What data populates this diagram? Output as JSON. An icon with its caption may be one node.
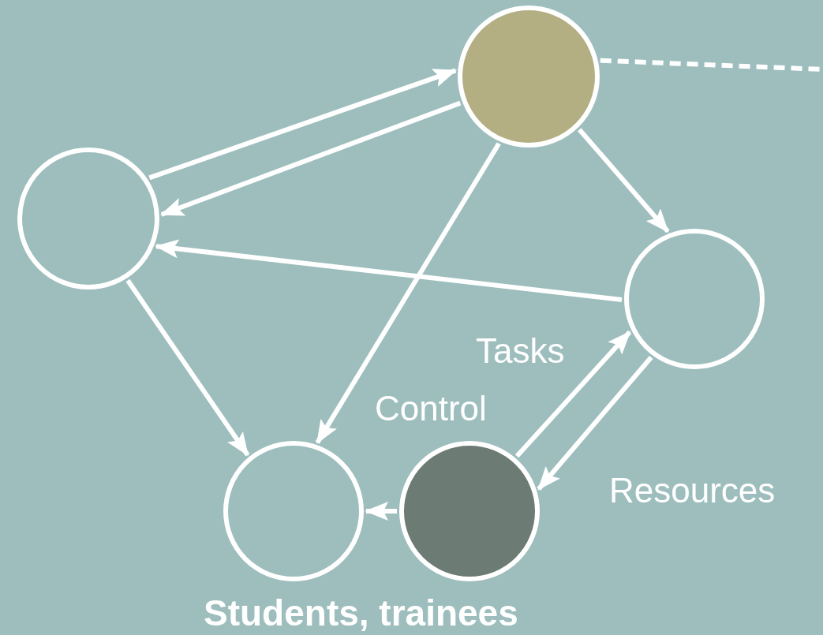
{
  "diagram": {
    "nodes": [
      {
        "text": [],
        "shape": "circle"
      },
      {
        "text": [],
        "shape": "circle"
      },
      {
        "text": [],
        "shape": "circle"
      },
      {
        "text": [],
        "shape": "circle",
        "beside": [
          "Students, trainees"
        ]
      },
      {
        "text": [],
        "shape": "circle",
        "beside": [
          "Control"
        ]
      }
    ],
    "edges": [
      {
        "from": 1,
        "to": 0,
        "arrow": "to"
      },
      {
        "from": 0,
        "to": 1,
        "arrow": "to"
      },
      {
        "from": 0,
        "to": 2,
        "arrow": "to"
      },
      {
        "from": 2,
        "to": 1,
        "arrow": "to"
      },
      {
        "from": 0,
        "to": 3,
        "arrow": "to"
      },
      {
        "from": 1,
        "to": 3,
        "arrow": "to"
      },
      {
        "from": 4,
        "to": 2,
        "arrow": "to",
        "label": "Tasks"
      },
      {
        "from": 2,
        "to": 4,
        "arrow": "to",
        "label": "Resources"
      },
      {
        "from": 4,
        "to": 3,
        "arrow": "to"
      },
      {
        "from": 0,
        "to": null,
        "arrow": "none",
        "style": "dashed"
      }
    ]
  }
}
